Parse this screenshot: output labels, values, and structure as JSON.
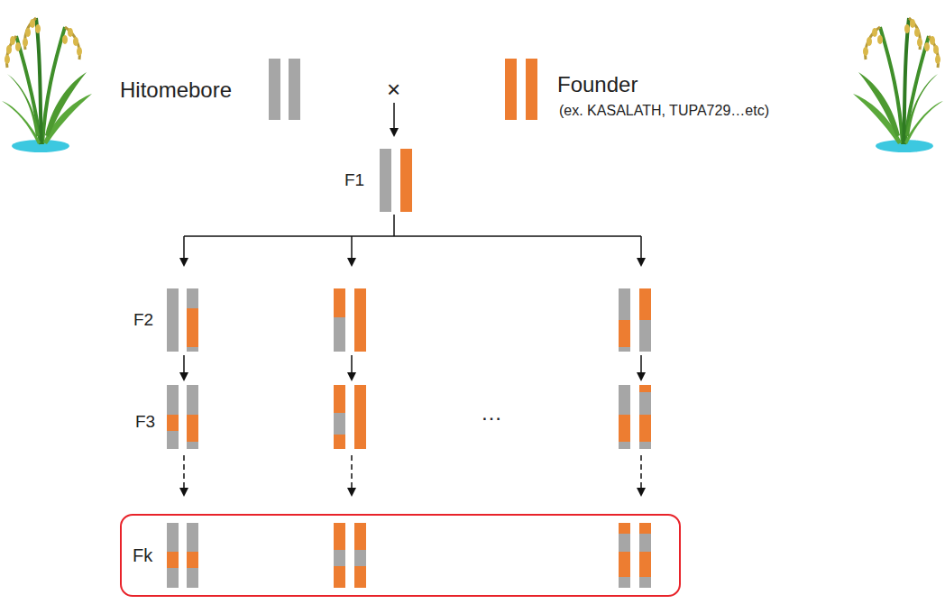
{
  "diagram": {
    "nodes": [
      {
        "text": [
          "Fk"
        ]
      }
    ],
    "labels": [
      "Hitomebore",
      "×",
      "Founder",
      "(ex. KASALATH, TUPA729…etc)",
      "F1",
      "F2",
      "F3",
      "…"
    ]
  }
}
